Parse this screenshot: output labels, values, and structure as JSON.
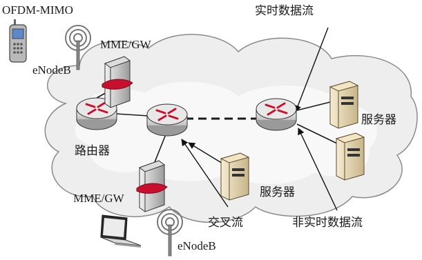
{
  "labels": {
    "ofdm_mimo": "OFDM-MIMO",
    "enodeb_top": "eNodeB",
    "mme_gw_top": "MME/GW",
    "realtime_flow": "实时数据流",
    "server_right_top": "服务器",
    "router_label": "路由器",
    "mme_gw_bottom": "MME/GW",
    "server_center": "服务器",
    "cross_flow": "交叉流",
    "nonrealtime_flow": "非实时数据流",
    "enodeb_bottom": "eNodeB"
  }
}
